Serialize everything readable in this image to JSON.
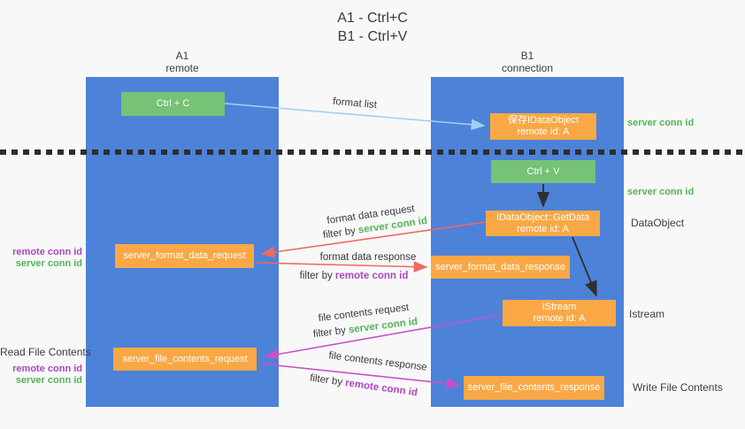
{
  "title": {
    "line1": "A1 - Ctrl+C",
    "line2": "B1 - Ctrl+V"
  },
  "columns": {
    "a": {
      "name": "A1",
      "subtitle": "remote"
    },
    "b": {
      "name": "B1",
      "subtitle": "connection"
    }
  },
  "nodes": {
    "ctrl_c": "Ctrl + C",
    "save_idataobject": {
      "line1": "保存IDataObject",
      "line2": "remote id: A"
    },
    "ctrl_v": "Ctrl + V",
    "getdata": {
      "line1": "IDataObject::GetData",
      "line2": "remote id: A"
    },
    "format_request": "server_format_data_request",
    "format_response": "server_format_data_response",
    "istream": {
      "line1": "IStream",
      "line2": "remote id: A"
    },
    "file_request": "server_file_contents_request",
    "file_response": "server_file_contents_response"
  },
  "arrow_labels": {
    "format_list": "format list",
    "format_data_request": "format data request",
    "format_data_response": "format data response",
    "file_contents_request": "file contents request",
    "file_contents_response": "file contents response",
    "filter_by": "filter by ",
    "server_conn_id": "server conn id",
    "remote_conn_id": "remote conn id"
  },
  "side_labels": {
    "left_top": {
      "remote": "remote conn id",
      "server": "server conn id"
    },
    "left_bottom": {
      "title": "Read File Contents",
      "remote": "remote conn id",
      "server": "server conn id"
    },
    "right": {
      "server_conn_id_top": "server conn id",
      "server_conn_id_mid": "server conn id",
      "dataobject": "DataObject",
      "istream": "Istream",
      "write_file": "Write File Contents"
    }
  },
  "colors": {
    "column_blue": "#4d82d9",
    "node_green": "#76c276",
    "node_orange": "#f9a845",
    "label_green": "#53b456",
    "label_purple": "#ab47bc",
    "arrow_red": "#ef6a5e",
    "arrow_magenta": "#c653c6",
    "arrow_lightblue": "#9fd0ef",
    "arrow_black": "#2f2f2f"
  }
}
